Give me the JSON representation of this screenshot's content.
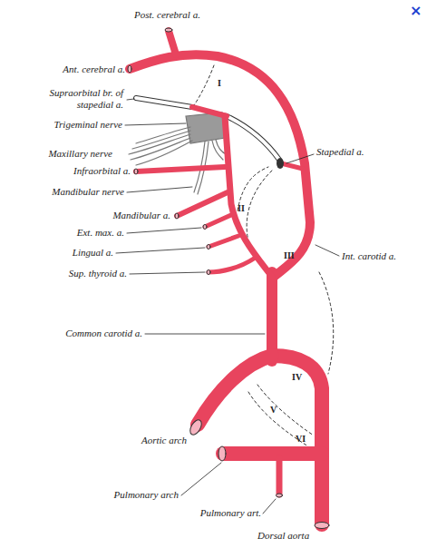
{
  "diagram": {
    "labels": [
      "Post. cerebral a.",
      "Ant. cerebral a.",
      "Supraorbital br. of stapedial a.",
      "Trigeminal nerve",
      "Maxillary nerve",
      "Infraorbital a.",
      "Mandibular nerve",
      "Mandibular a.",
      "Ext. max. a.",
      "Lingual a.",
      "Sup. thyroid a.",
      "Common carotid a.",
      "Aortic arch",
      "Pulmonary arch",
      "Pulmonary art.",
      "Dorsal aorta",
      "Stapedial a.",
      "Int. carotid a.",
      "I",
      "II",
      "III",
      "IV",
      "V",
      "VI",
      "×"
    ]
  }
}
